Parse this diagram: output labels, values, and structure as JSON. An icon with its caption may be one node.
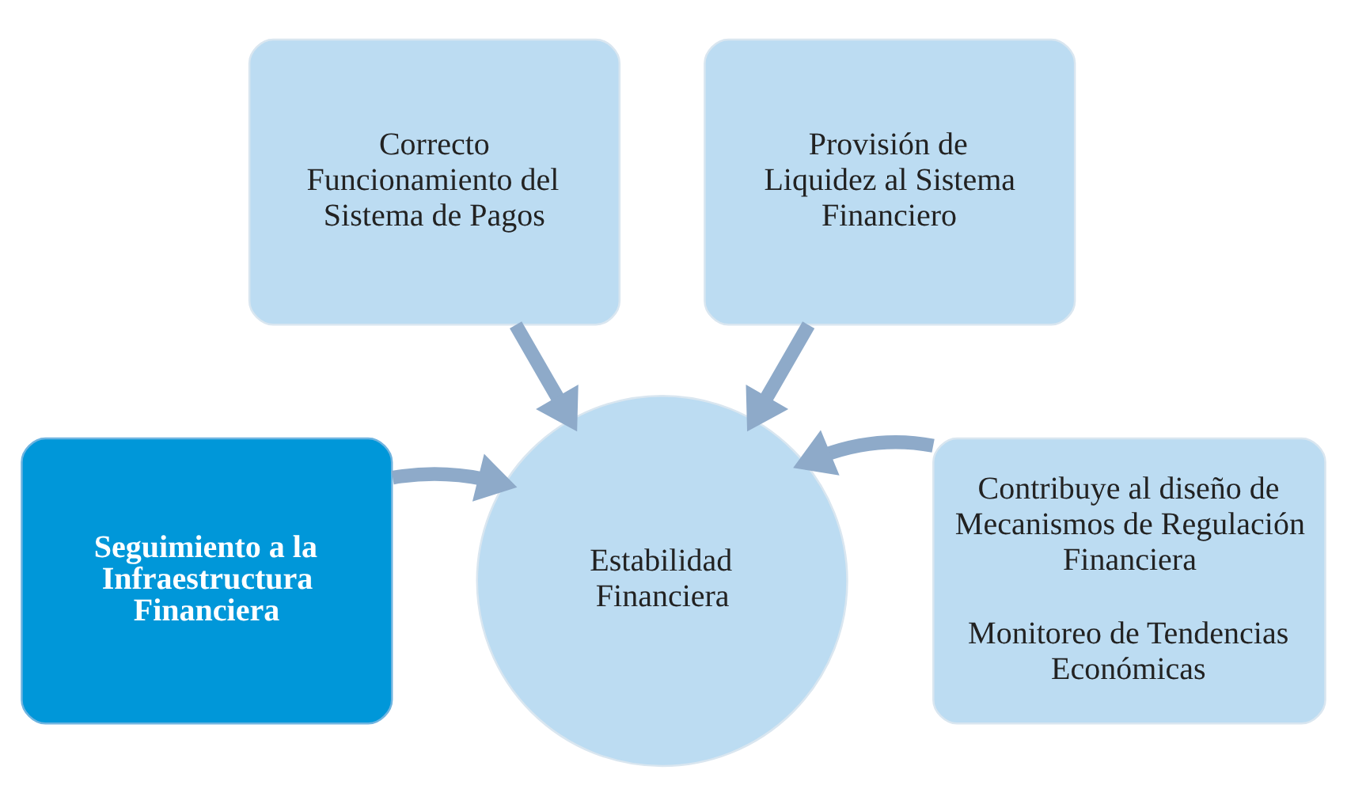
{
  "diagram": {
    "nodes": [
      {
        "text": [
          "Correcto Funcionamiento del Sistema de Pagos"
        ]
      },
      {
        "text": [
          "Provisión de Liquidez al Sistema Financiero"
        ]
      },
      {
        "text": [
          "Seguimiento a la Infraestructura Financiera"
        ]
      },
      {
        "text": [
          "Contribuye al diseño de Mecanismos de Regulación Financiera",
          "Monitoreo de Tendencias Económicas"
        ]
      },
      {
        "text": [
          "Estabilidad Financiera"
        ]
      }
    ],
    "edges": [
      {
        "from": 0,
        "to": 4,
        "arrow": "to"
      },
      {
        "from": 1,
        "to": 4,
        "arrow": "to"
      },
      {
        "from": 2,
        "to": 4,
        "arrow": "to"
      },
      {
        "from": 3,
        "to": 4,
        "arrow": "to"
      }
    ]
  }
}
